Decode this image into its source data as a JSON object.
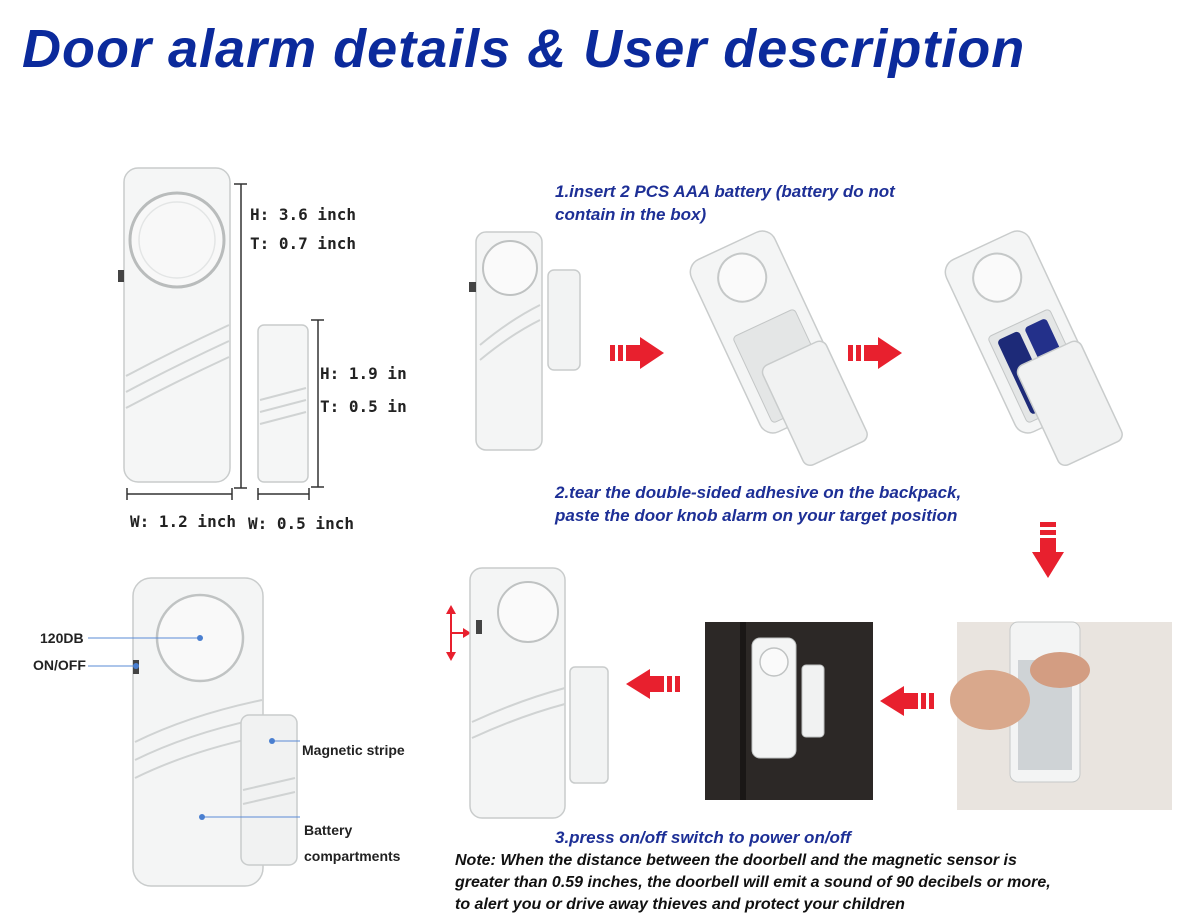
{
  "title": "Door alarm details & User description",
  "dimensions": {
    "main_height": "H: 3.6 inch",
    "main_thickness": "T: 0.7 inch",
    "main_width": "W: 1.2 inch",
    "sensor_height": "H: 1.9 in",
    "sensor_thickness": "T: 0.5 in",
    "sensor_width": "W: 0.5 inch"
  },
  "labels": {
    "volume": "120DB",
    "switch": "ON/OFF",
    "magnet": "Magnetic stripe",
    "battery_line1": "Battery",
    "battery_line2": "compartments"
  },
  "steps": {
    "step1_line1": "1.insert 2 PCS AAA battery (battery do not",
    "step1_line2": "contain in the box)",
    "step2_line1": "2.tear the double-sided adhesive on the backpack,",
    "step2_line2": "paste the door knob alarm on your target position",
    "step3": "3.press on/off switch to power on/off"
  },
  "note": {
    "line1": "Note:   When the distance between the doorbell and the magnetic sensor is",
    "line2": "greater than 0.59 inches, the doorbell will emit a sound of 90 decibels or more,",
    "line3": "to alert you or drive away thieves and protect your children"
  },
  "colors": {
    "title": "#0b2a9c",
    "step_text": "#1d2f96",
    "arrow": "#e8202e",
    "device": "#f4f5f5"
  }
}
